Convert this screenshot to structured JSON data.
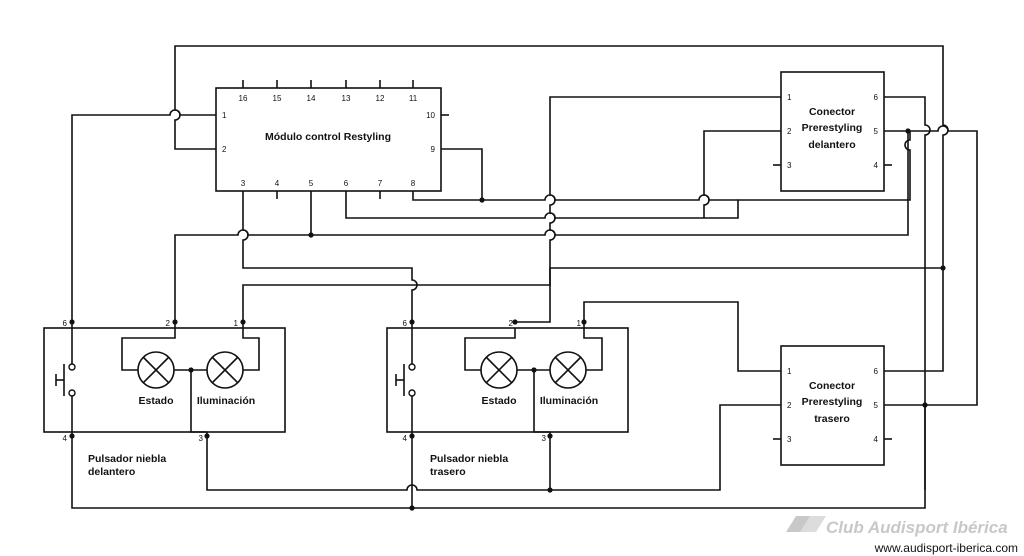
{
  "module": {
    "title": "Módulo control Restyling",
    "pins_top": [
      "16",
      "15",
      "14",
      "13",
      "12",
      "11"
    ],
    "pins_left": [
      "1",
      "2"
    ],
    "pins_right": [
      "10",
      "9"
    ],
    "pins_bottom": [
      "3",
      "4",
      "5",
      "6",
      "7",
      "8"
    ]
  },
  "conector_delantero": {
    "title_lines": [
      "Conector",
      "Prerestyling",
      "delantero"
    ],
    "pins_left": [
      "1",
      "2",
      "3"
    ],
    "pins_right": [
      "6",
      "5",
      "4"
    ]
  },
  "conector_trasero": {
    "title_lines": [
      "Conector",
      "Prerestyling",
      "trasero"
    ],
    "pins_left": [
      "1",
      "2",
      "3"
    ],
    "pins_right": [
      "6",
      "5",
      "4"
    ]
  },
  "pulsador_delantero": {
    "name_lines": [
      "Pulsador niebla",
      "delantero"
    ],
    "pins_top": [
      "6",
      "2",
      "1"
    ],
    "pins_bottom": [
      "4",
      "3"
    ],
    "lamp_labels": [
      "Estado",
      "Iluminación"
    ]
  },
  "pulsador_trasero": {
    "name_lines": [
      "Pulsador niebla",
      "trasero"
    ],
    "pins_top": [
      "6",
      "2",
      "1"
    ],
    "pins_bottom": [
      "4",
      "3"
    ],
    "lamp_labels": [
      "Estado",
      "Iluminación"
    ]
  },
  "watermark": {
    "brand": "Club Audisport Ibérica",
    "url": "www.audisport-iberica.com",
    "color": "#c8c8c8"
  }
}
